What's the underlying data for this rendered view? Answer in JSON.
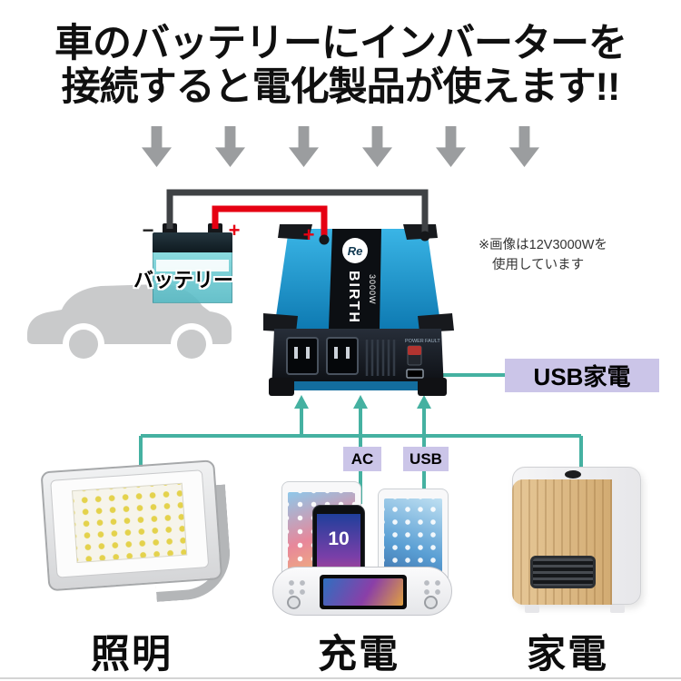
{
  "title": {
    "line1": "車のバッテリーにインバーターを",
    "line2": "接続すると電化製品が使えます!!"
  },
  "diagram": {
    "battery_label": "バッテリー",
    "sign_minus_battery": "−",
    "sign_plus_battery": "+",
    "sign_plus_inverter": "+",
    "note_line1": "※画像は12V3000Wを",
    "note_line2": "使用しています",
    "usb_kaden_label": "USB家電",
    "ac_tag": "AC",
    "usb_tag": "USB"
  },
  "inverter": {
    "logo_re": "Re",
    "logo_birth": "BIRTH",
    "wattage": "3000W",
    "power_label": "POWER",
    "fault_label": "FAULT"
  },
  "devices": {
    "phone_screen_number": "10"
  },
  "bottom_labels": {
    "lighting": "照明",
    "charging": "充電",
    "appliances": "家電"
  },
  "colors": {
    "accent_teal": "#45b1a1",
    "label_lavender": "#cbc5e8",
    "wire_red": "#e60012",
    "wire_black": "#3f4245",
    "inverter_blue": "#1d9ad6",
    "arrow_gray": "#9b9d9f",
    "silhouette_gray": "#c9cacb"
  }
}
